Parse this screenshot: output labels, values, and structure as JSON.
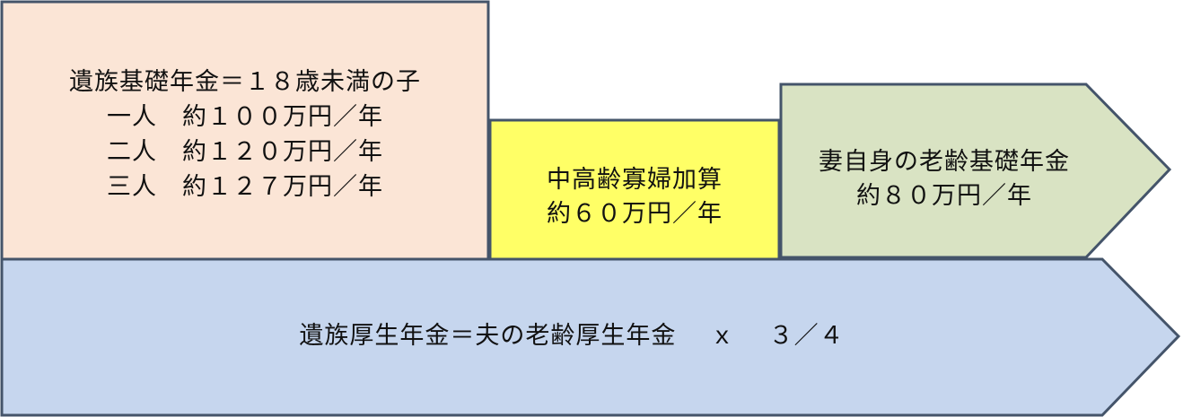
{
  "diagram": {
    "basic_pension": {
      "lines": [
        "遺族基礎年金＝１８歳未満の子",
        "一人　約１００万円／年",
        "二人　約１２０万円／年",
        "三人　約１２７万円／年"
      ],
      "fill": "#FBE5D6",
      "border": "#44546A"
    },
    "middle_aged_widow": {
      "lines": [
        "中高齢寡婦加算",
        "約６０万円／年"
      ],
      "fill": "#FFFF66",
      "border": "#44546A"
    },
    "wife_old_age": {
      "lines": [
        "妻自身の老齢基礎年金",
        "約８０万円／年"
      ],
      "fill": "#D9E3C3",
      "border": "#44546A"
    },
    "survivor_employees": {
      "text": "遺族厚生年金＝夫の老齢厚生年金　 ｘ 　３／４",
      "fill": "#C6D6EE",
      "border": "#44546A"
    }
  }
}
